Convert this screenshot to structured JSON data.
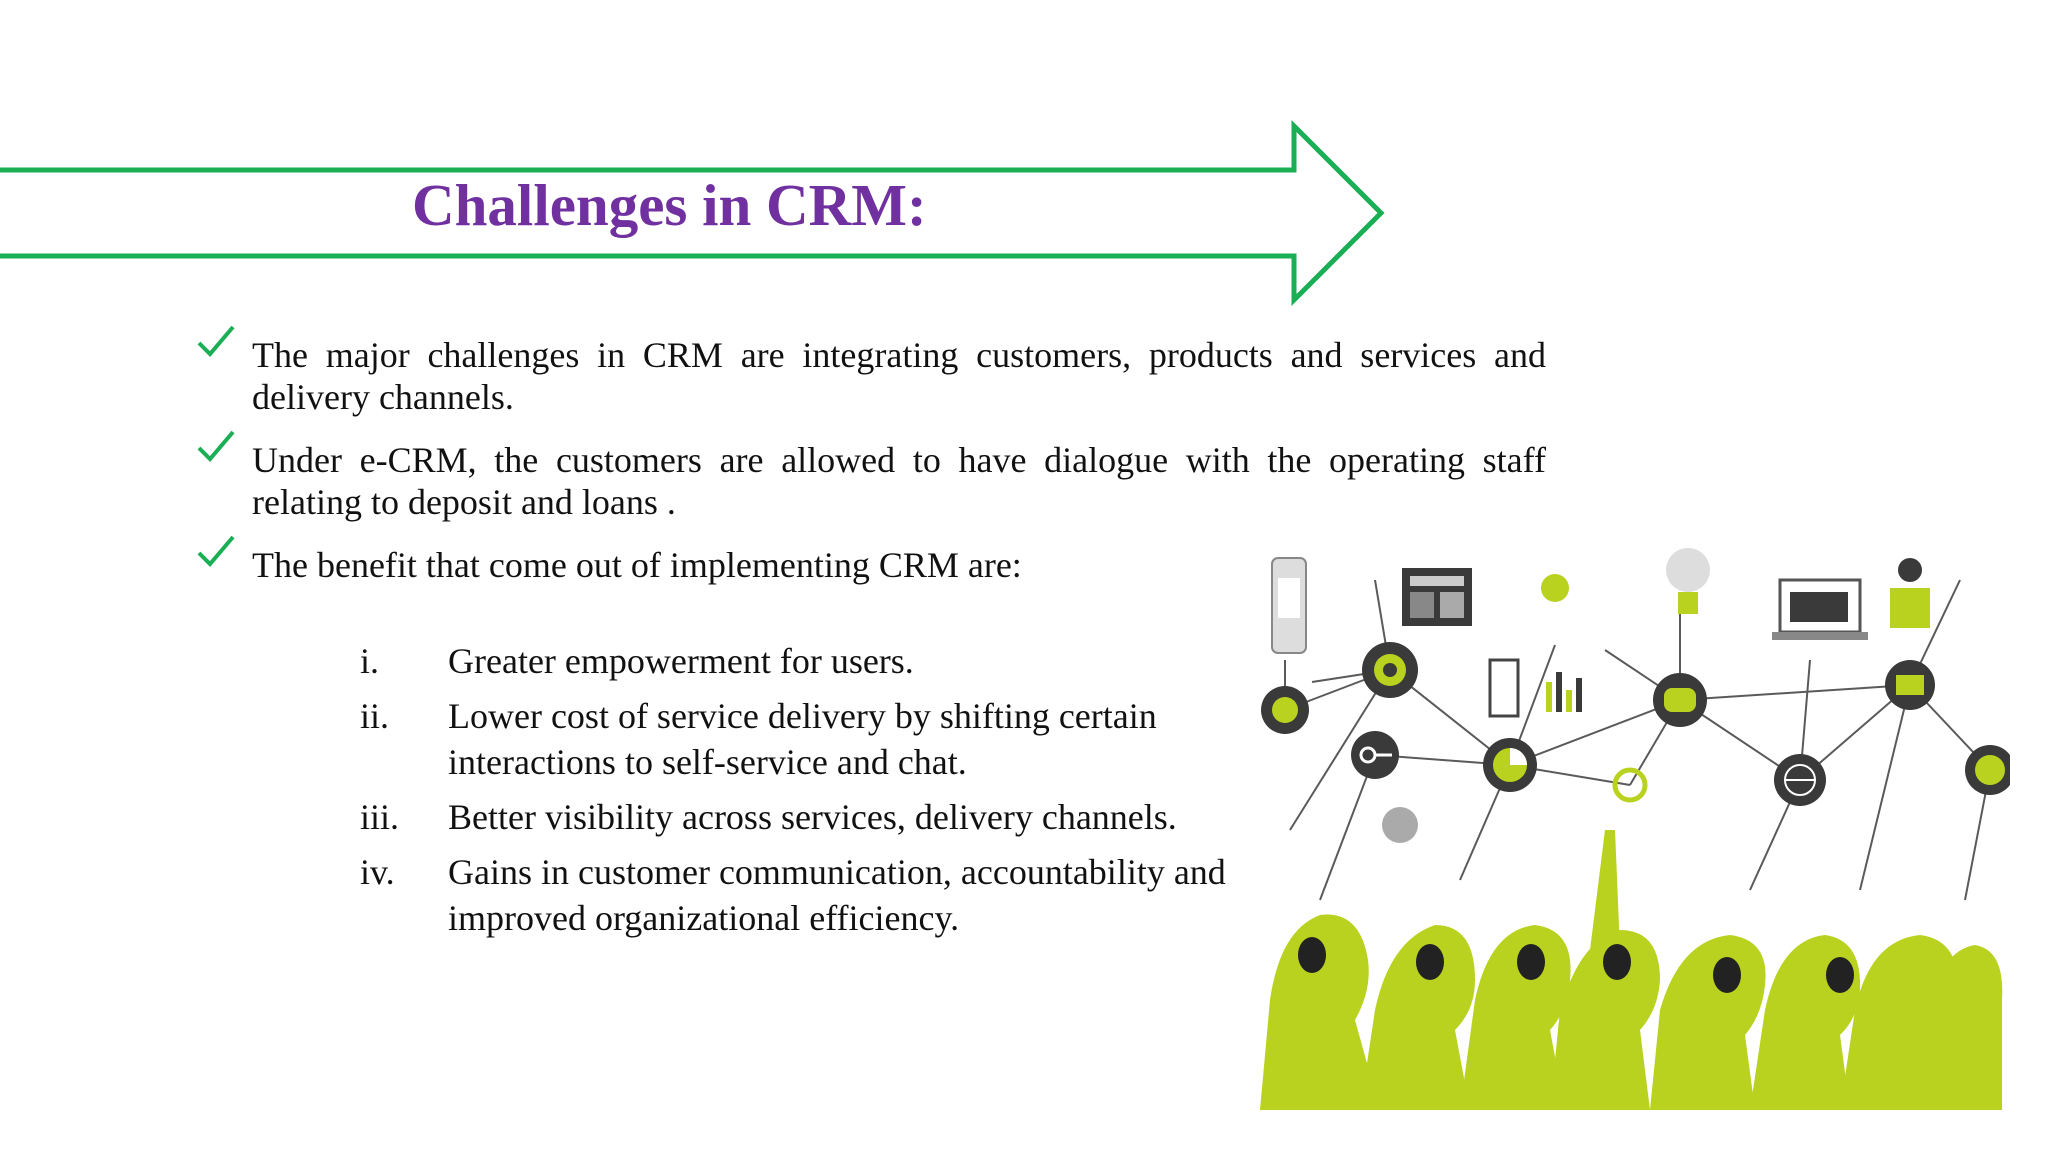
{
  "title": "Challenges in CRM:",
  "colors": {
    "title": "#7030a0",
    "arrow_border": "#1aae55",
    "check": "#1aae55",
    "illustration_green": "#b9d21f",
    "illustration_dark": "#3a3a3a"
  },
  "bullets": [
    "The major challenges in CRM are integrating customers, products and services and delivery channels.",
    "Under e-CRM, the customers are allowed to have dialogue with the operating staff relating to deposit and loans .",
    "The benefit that come out of implementing CRM are:"
  ],
  "benefits": [
    {
      "num": "i.",
      "text": "Greater empowerment for users."
    },
    {
      "num": "ii.",
      "text": "Lower cost of service delivery by shifting certain interactions to self-service and chat."
    },
    {
      "num": "iii.",
      "text": "Better visibility across services, delivery channels."
    },
    {
      "num": "iv.",
      "text": "Gains in customer communication, accountability and improved organizational efficiency."
    }
  ],
  "illustration": {
    "subject": "network-of-people-silhouettes",
    "icons": [
      "mobile-icon",
      "presentation-icon",
      "phone-icon",
      "lightbulb-icon",
      "laptop-icon",
      "person-icon",
      "gear-icon",
      "document-icon",
      "bar-chart-icon",
      "chat-icon",
      "mail-icon",
      "key-icon",
      "pie-chart-icon",
      "globe-icon",
      "cloud-icon",
      "play-icon"
    ]
  }
}
